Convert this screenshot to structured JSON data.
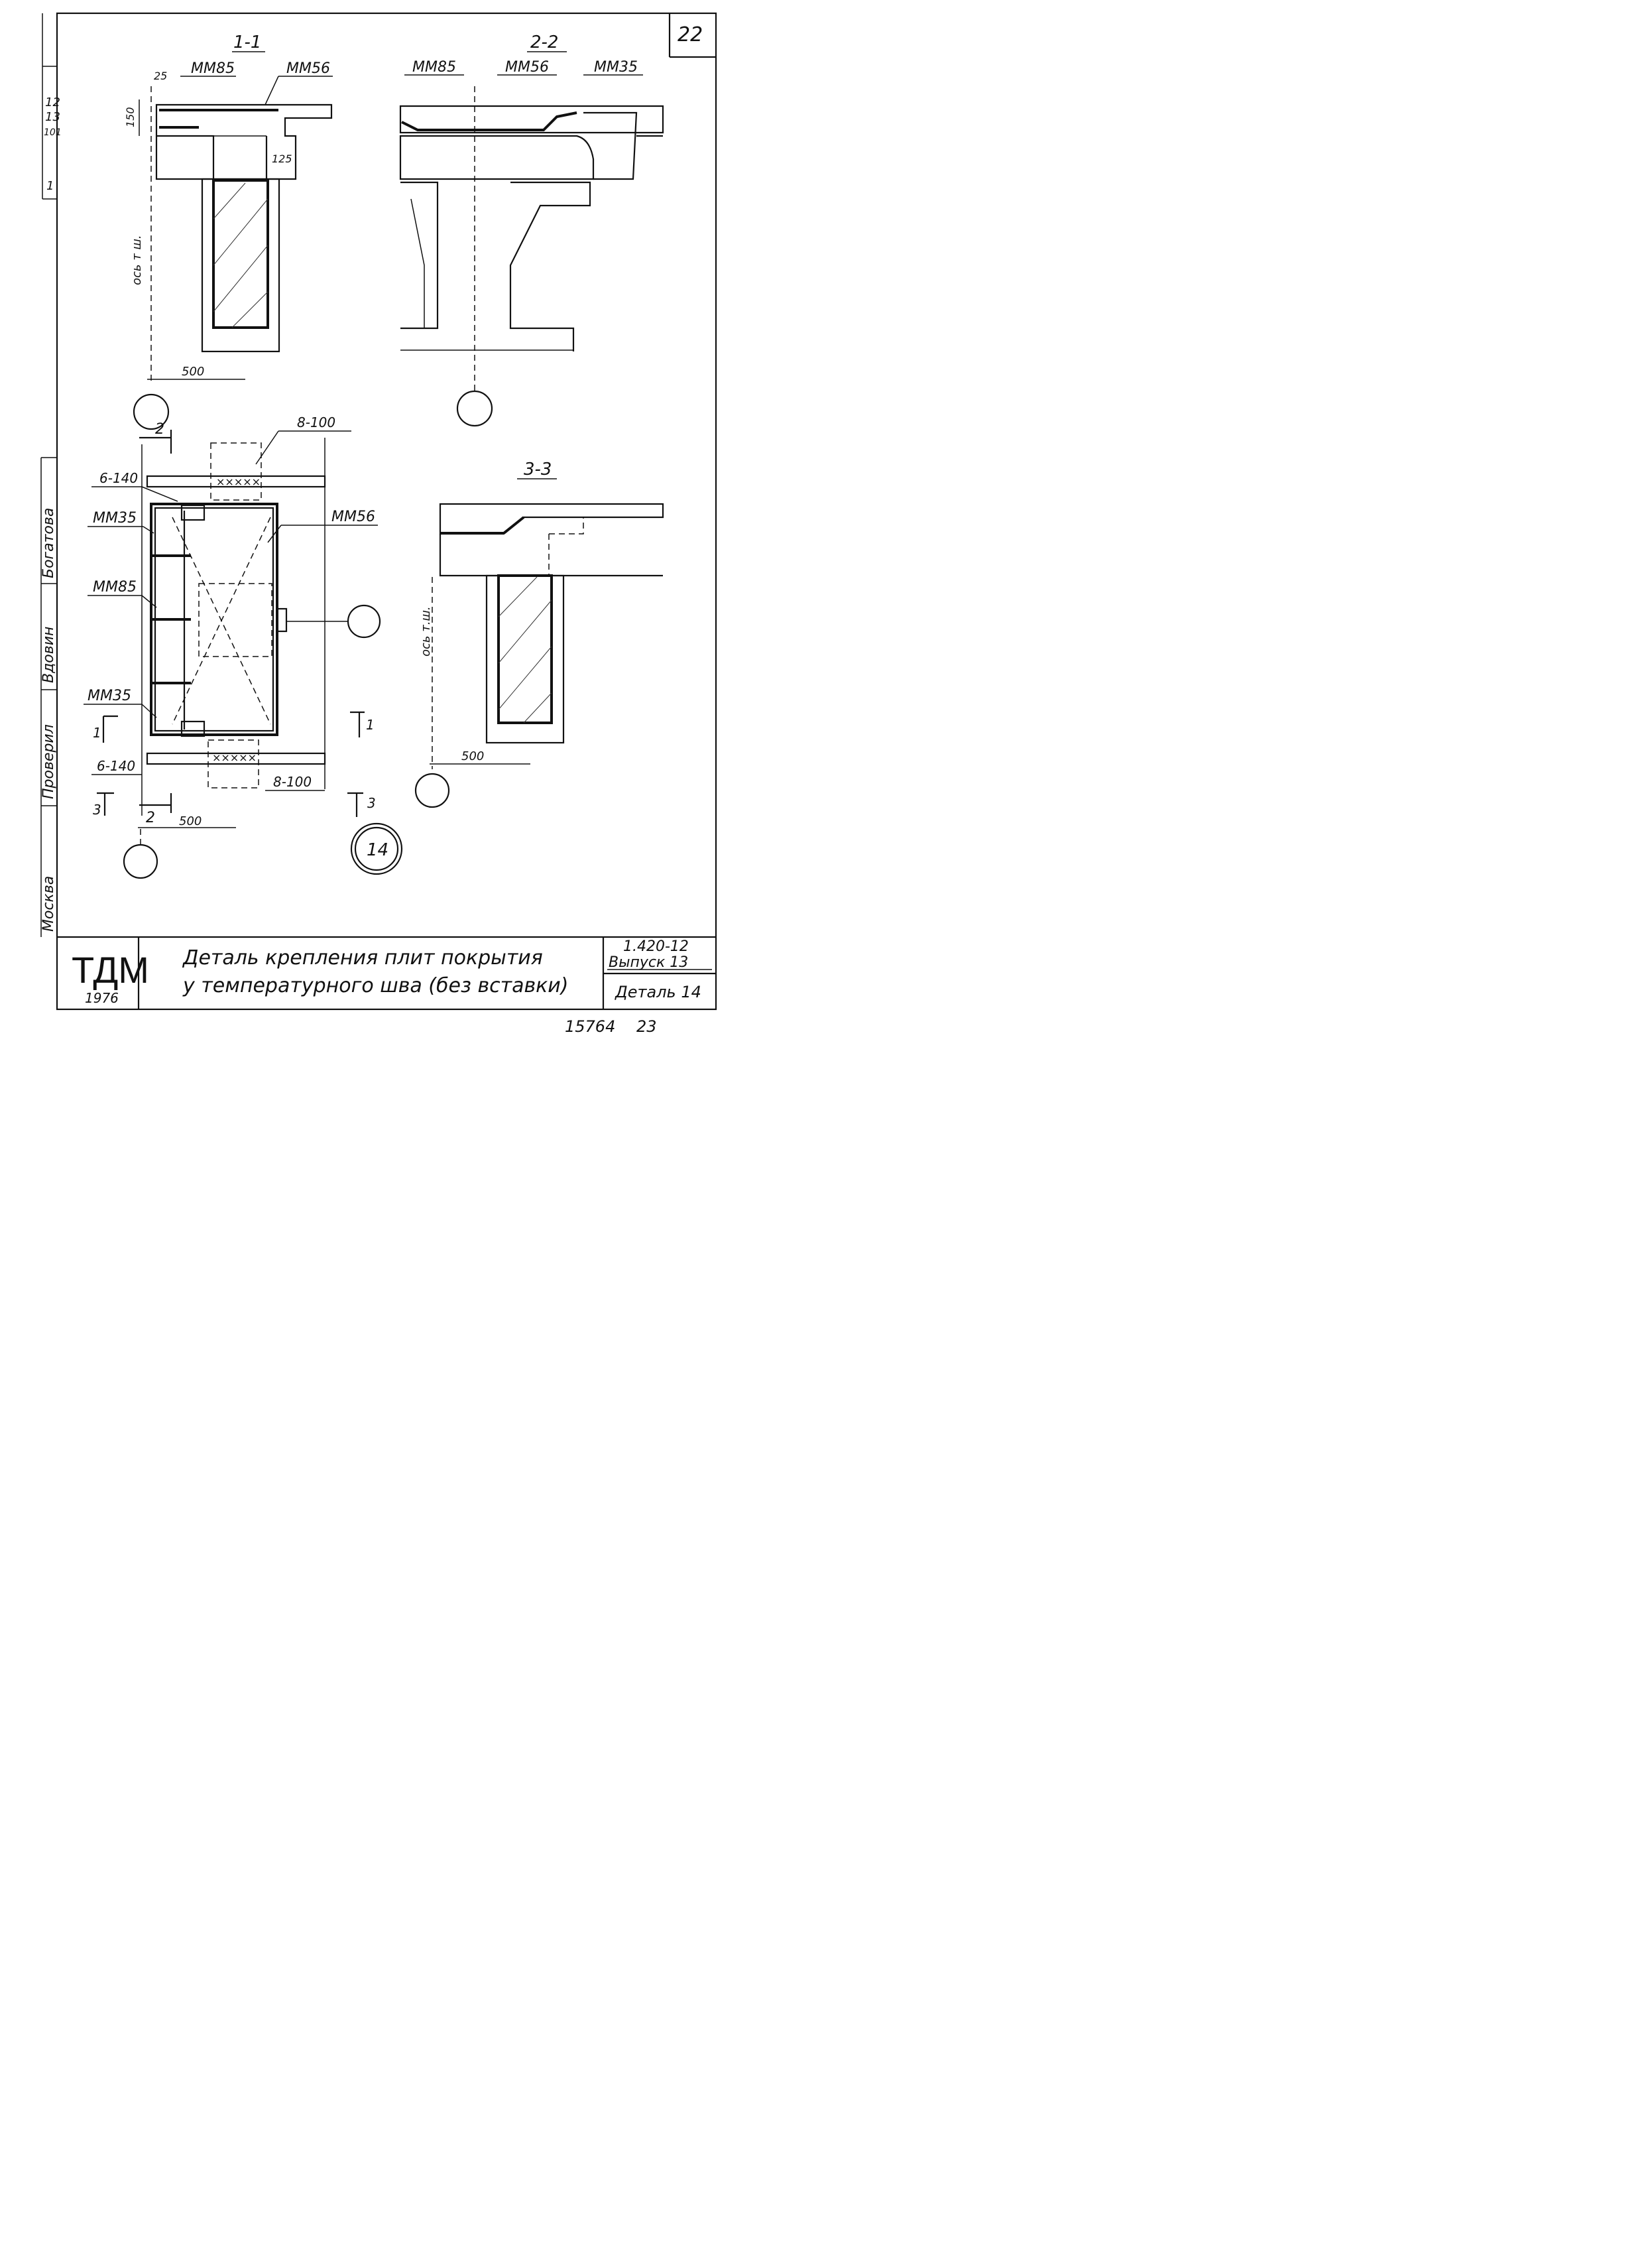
{
  "sheet": {
    "number": "22",
    "page_number": "23",
    "archive_number": "15764"
  },
  "side_stamp": {
    "top_marks": [
      "12",
      "13",
      "101",
      "1"
    ],
    "checked_label": "Проверил",
    "checker_name": "Вдовин",
    "author_name": "Богатова",
    "city": "Москва"
  },
  "section_1_1": {
    "title": "1-1",
    "labels": [
      "ММ85",
      "ММ56"
    ],
    "dims": {
      "edge": "25",
      "height": "150",
      "ledge": "125",
      "width": "500"
    },
    "axis_label": "ось т ш."
  },
  "section_2_2": {
    "title": "2-2",
    "labels": [
      "ММ85",
      "ММ56",
      "ММ35"
    ]
  },
  "section_3_3": {
    "title": "3-3",
    "axis_label": "ось т.ш.",
    "dims": {
      "width": "500"
    }
  },
  "plan": {
    "labels": {
      "top_rebar": "8-100",
      "bottom_rebar": "8-100",
      "mm35_top": "ММ35",
      "mm35_bottom": "ММ35",
      "mm85": "ММ85",
      "mm56": "ММ56",
      "rebar_top_left": "6-140",
      "rebar_bottom_left": "6-140"
    },
    "cut_marks": {
      "two_top": "2",
      "two_bottom": "2",
      "one_left": "1",
      "one_right": "1",
      "three_left": "3",
      "three_right": "3"
    },
    "dims": {
      "width": "500"
    },
    "detail_number": "14"
  },
  "title_block": {
    "logo": "ТДМ",
    "year": "1976",
    "title_line1": "Деталь крепления плит покрытия",
    "title_line2": "у температурного шва (без вставки)",
    "series": "1.420-12",
    "issue": "Выпуск 13",
    "detail": "Деталь 14"
  }
}
